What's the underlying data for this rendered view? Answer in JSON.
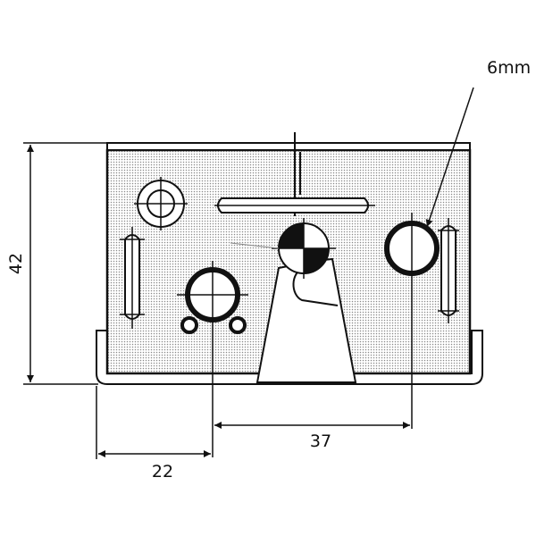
{
  "dimensions": {
    "height": "42",
    "left_offset": "22",
    "hole_spacing": "37",
    "hole_diameter": "6mm"
  },
  "colors": {
    "line": "#111111",
    "fill_dots": "#8a8a8a",
    "background": "#ffffff"
  }
}
